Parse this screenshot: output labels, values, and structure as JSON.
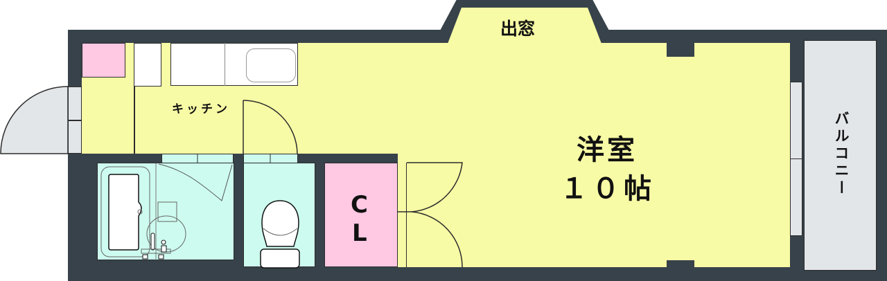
{
  "floor_plan": {
    "rooms": {
      "western_room": {
        "name": "洋室",
        "size": "１０帖"
      },
      "bay_window": {
        "name": "出窓"
      },
      "kitchen": {
        "name": "キッチン"
      },
      "closet": {
        "name_line1": "C",
        "name_line2": "L"
      },
      "balcony": {
        "name": "バルコニー"
      }
    },
    "colors": {
      "wall": "#37424a",
      "room_floor": "#f7fba5",
      "wet_area": "#cdfbef",
      "storage": "#ffc8e3",
      "exterior": "#e3e6e9"
    }
  }
}
